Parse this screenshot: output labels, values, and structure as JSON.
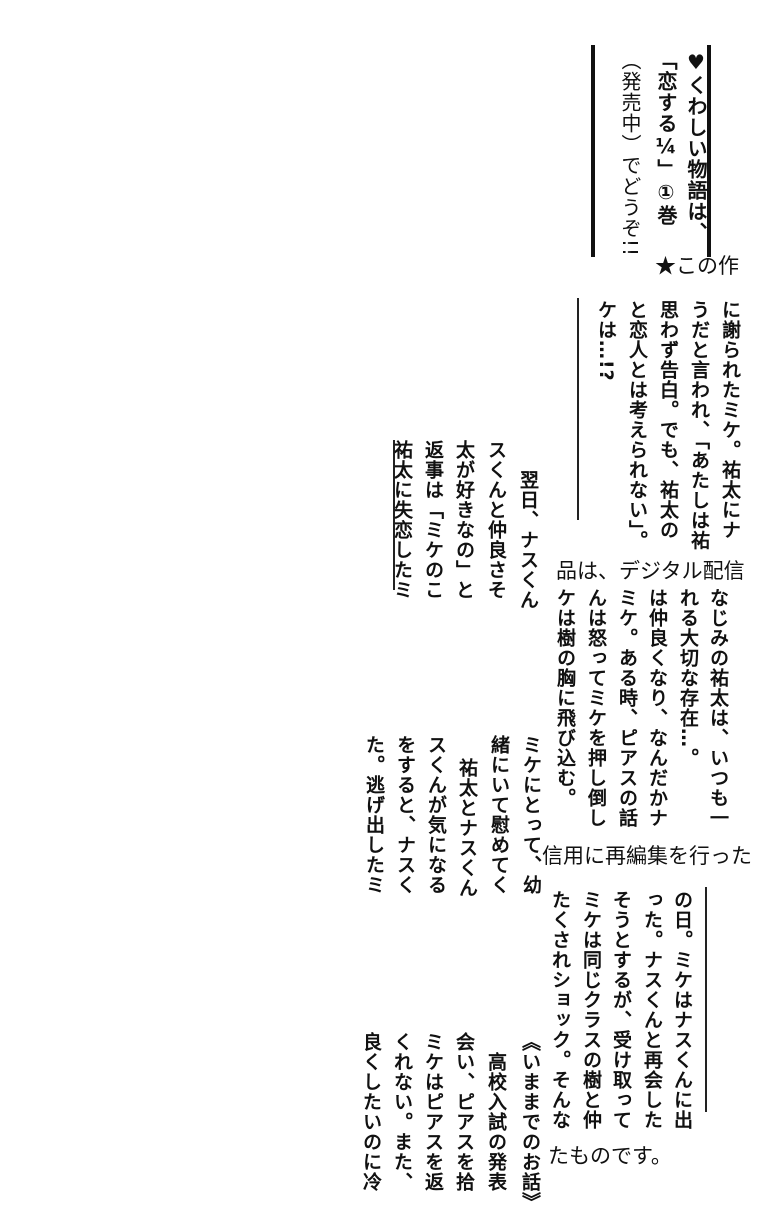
{
  "note": {
    "lines": [
      "♥くわしい物語は、",
      "「恋する¼」①巻",
      "（発売中）でどうぞ!!"
    ]
  },
  "notice": {
    "fragments": [
      "★この作",
      "品は、デジタル配信",
      "信用に再編集を行った",
      "たものです。"
    ]
  },
  "synopsis": {
    "heading": "《いままでのお話》",
    "block_a": [
      "高校入試の発表",
      "会い、ピアスを拾",
      "ミケはピアスを返",
      "くれない。また、",
      "良くしたいのに冷"
    ],
    "block_b": [
      "の日。ミケはナスくんに出",
      "った。ナスくんと再会した",
      "そうとするが、受け取って",
      "ミケは同じクラスの樹と仲",
      "たくされショック。そんな"
    ],
    "block_c": [
      "ミケにとって、幼",
      "緒にいて慰めてく",
      "祐太とナスくん",
      "スくんが気になる",
      "をすると、ナスく",
      "た。逃げ出したミ"
    ],
    "block_d": [
      "なじみの祐太は、いつも一",
      "れる大切な存在…。",
      "は仲良くなり、なんだかナ",
      "ミケ。ある時、ピアスの話",
      "んは怒ってミケを押し倒し",
      "ケは樹の胸に飛び込む。"
    ],
    "block_e": [
      "翌日、ナスくん",
      "スくんと仲良さそ",
      "太が好きなの」と",
      "返事は「ミケのこ",
      "祐太に失恋したミ"
    ],
    "block_f": [
      "に謝られたミケ。祐太にナ",
      "うだと言われ、「あたしは祐",
      "思わず告白。でも、祐太の",
      "と恋人とは考えられない」。",
      "ケは…!?"
    ]
  }
}
